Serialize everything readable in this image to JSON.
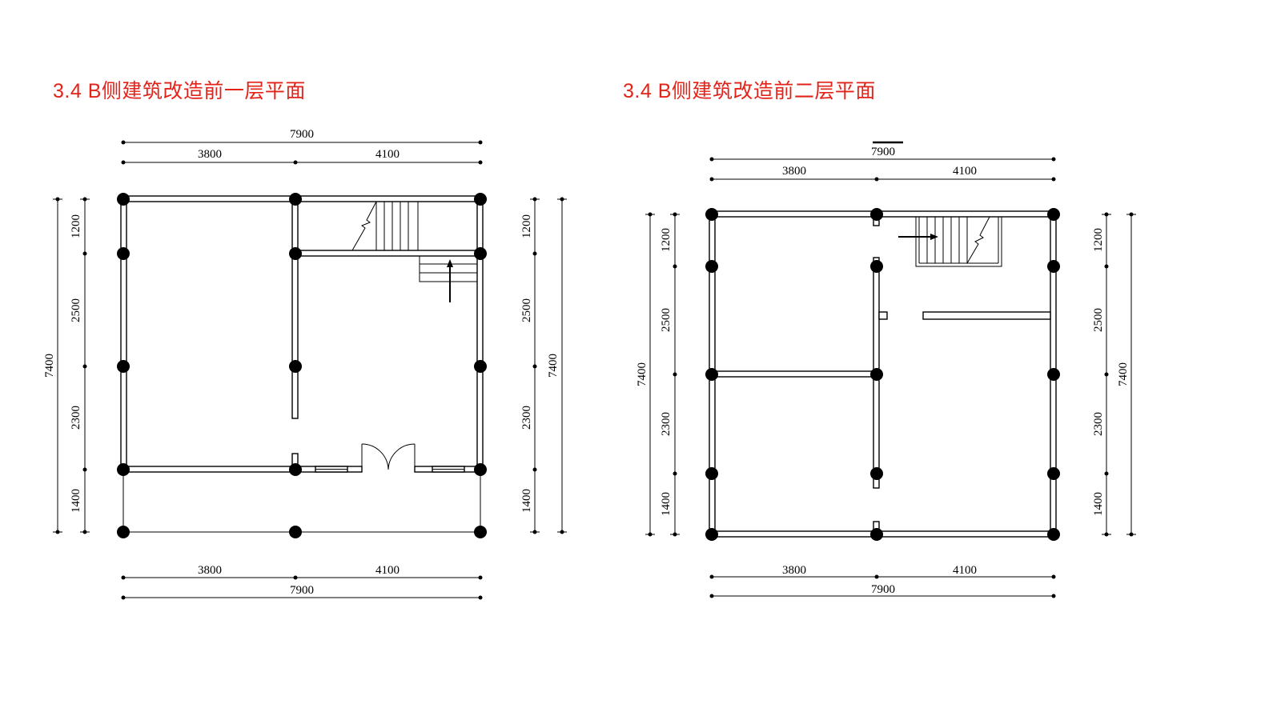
{
  "plans": [
    {
      "id": "floor1",
      "title": "3.4  B侧建筑改造前一层平面",
      "dims": {
        "top_total": "7900",
        "top_left": "3800",
        "top_right": "4100",
        "bottom_left": "3800",
        "bottom_right": "4100",
        "bottom_total": "7900",
        "left_total": "7400",
        "right_total": "7400",
        "segments": [
          "1200",
          "2500",
          "2300",
          "1400"
        ]
      }
    },
    {
      "id": "floor2",
      "title": "3.4  B侧建筑改造前二层平面",
      "dims": {
        "top_total": "7900",
        "top_left": "3800",
        "top_right": "4100",
        "bottom_left": "3800",
        "bottom_right": "4100",
        "bottom_total": "7900",
        "left_total": "7400",
        "right_total": "7400",
        "segments": [
          "1200",
          "2500",
          "2300",
          "1400"
        ]
      }
    }
  ],
  "colors": {
    "title": "#e2231a",
    "lines": "#000000"
  }
}
